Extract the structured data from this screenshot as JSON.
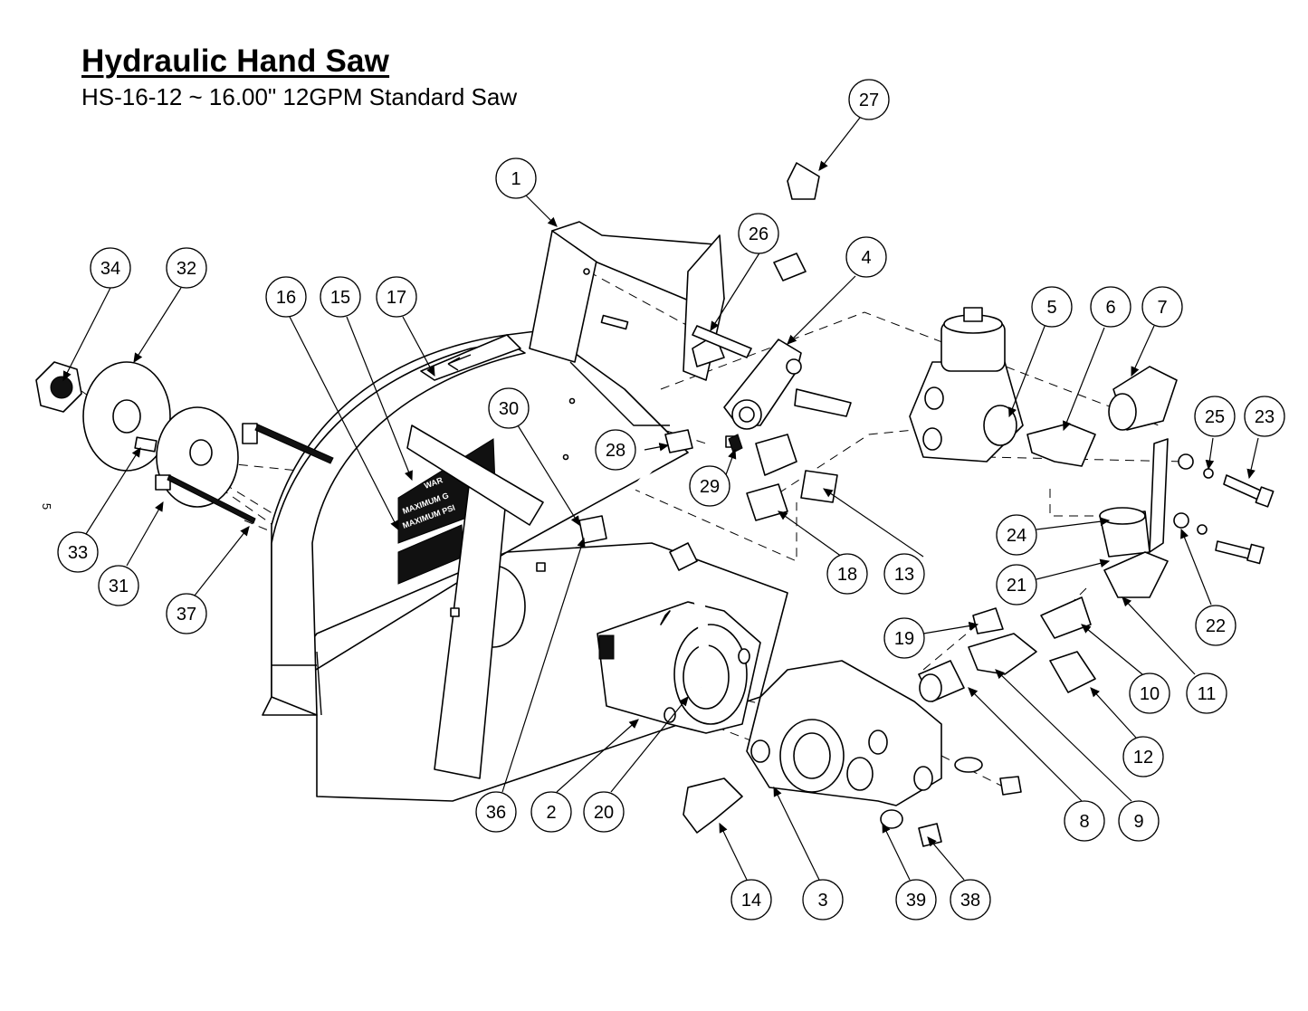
{
  "title": "Hydraulic Hand Saw",
  "subtitle": "HS-16-12 ~ 16.00\" 12GPM Standard Saw",
  "page_number": "5",
  "decals": {
    "warning_word": "WAR",
    "max_gpm_line": "MAXIMUM G",
    "max_psi_line": "MAXIMUM PSI"
  },
  "callouts": [
    "1",
    "2",
    "3",
    "4",
    "5",
    "6",
    "7",
    "8",
    "9",
    "10",
    "11",
    "12",
    "13",
    "14",
    "15",
    "16",
    "17",
    "18",
    "19",
    "20",
    "21",
    "22",
    "23",
    "24",
    "25",
    "26",
    "27",
    "28",
    "29",
    "30",
    "31",
    "32",
    "33",
    "34",
    "36",
    "37",
    "38",
    "39"
  ]
}
